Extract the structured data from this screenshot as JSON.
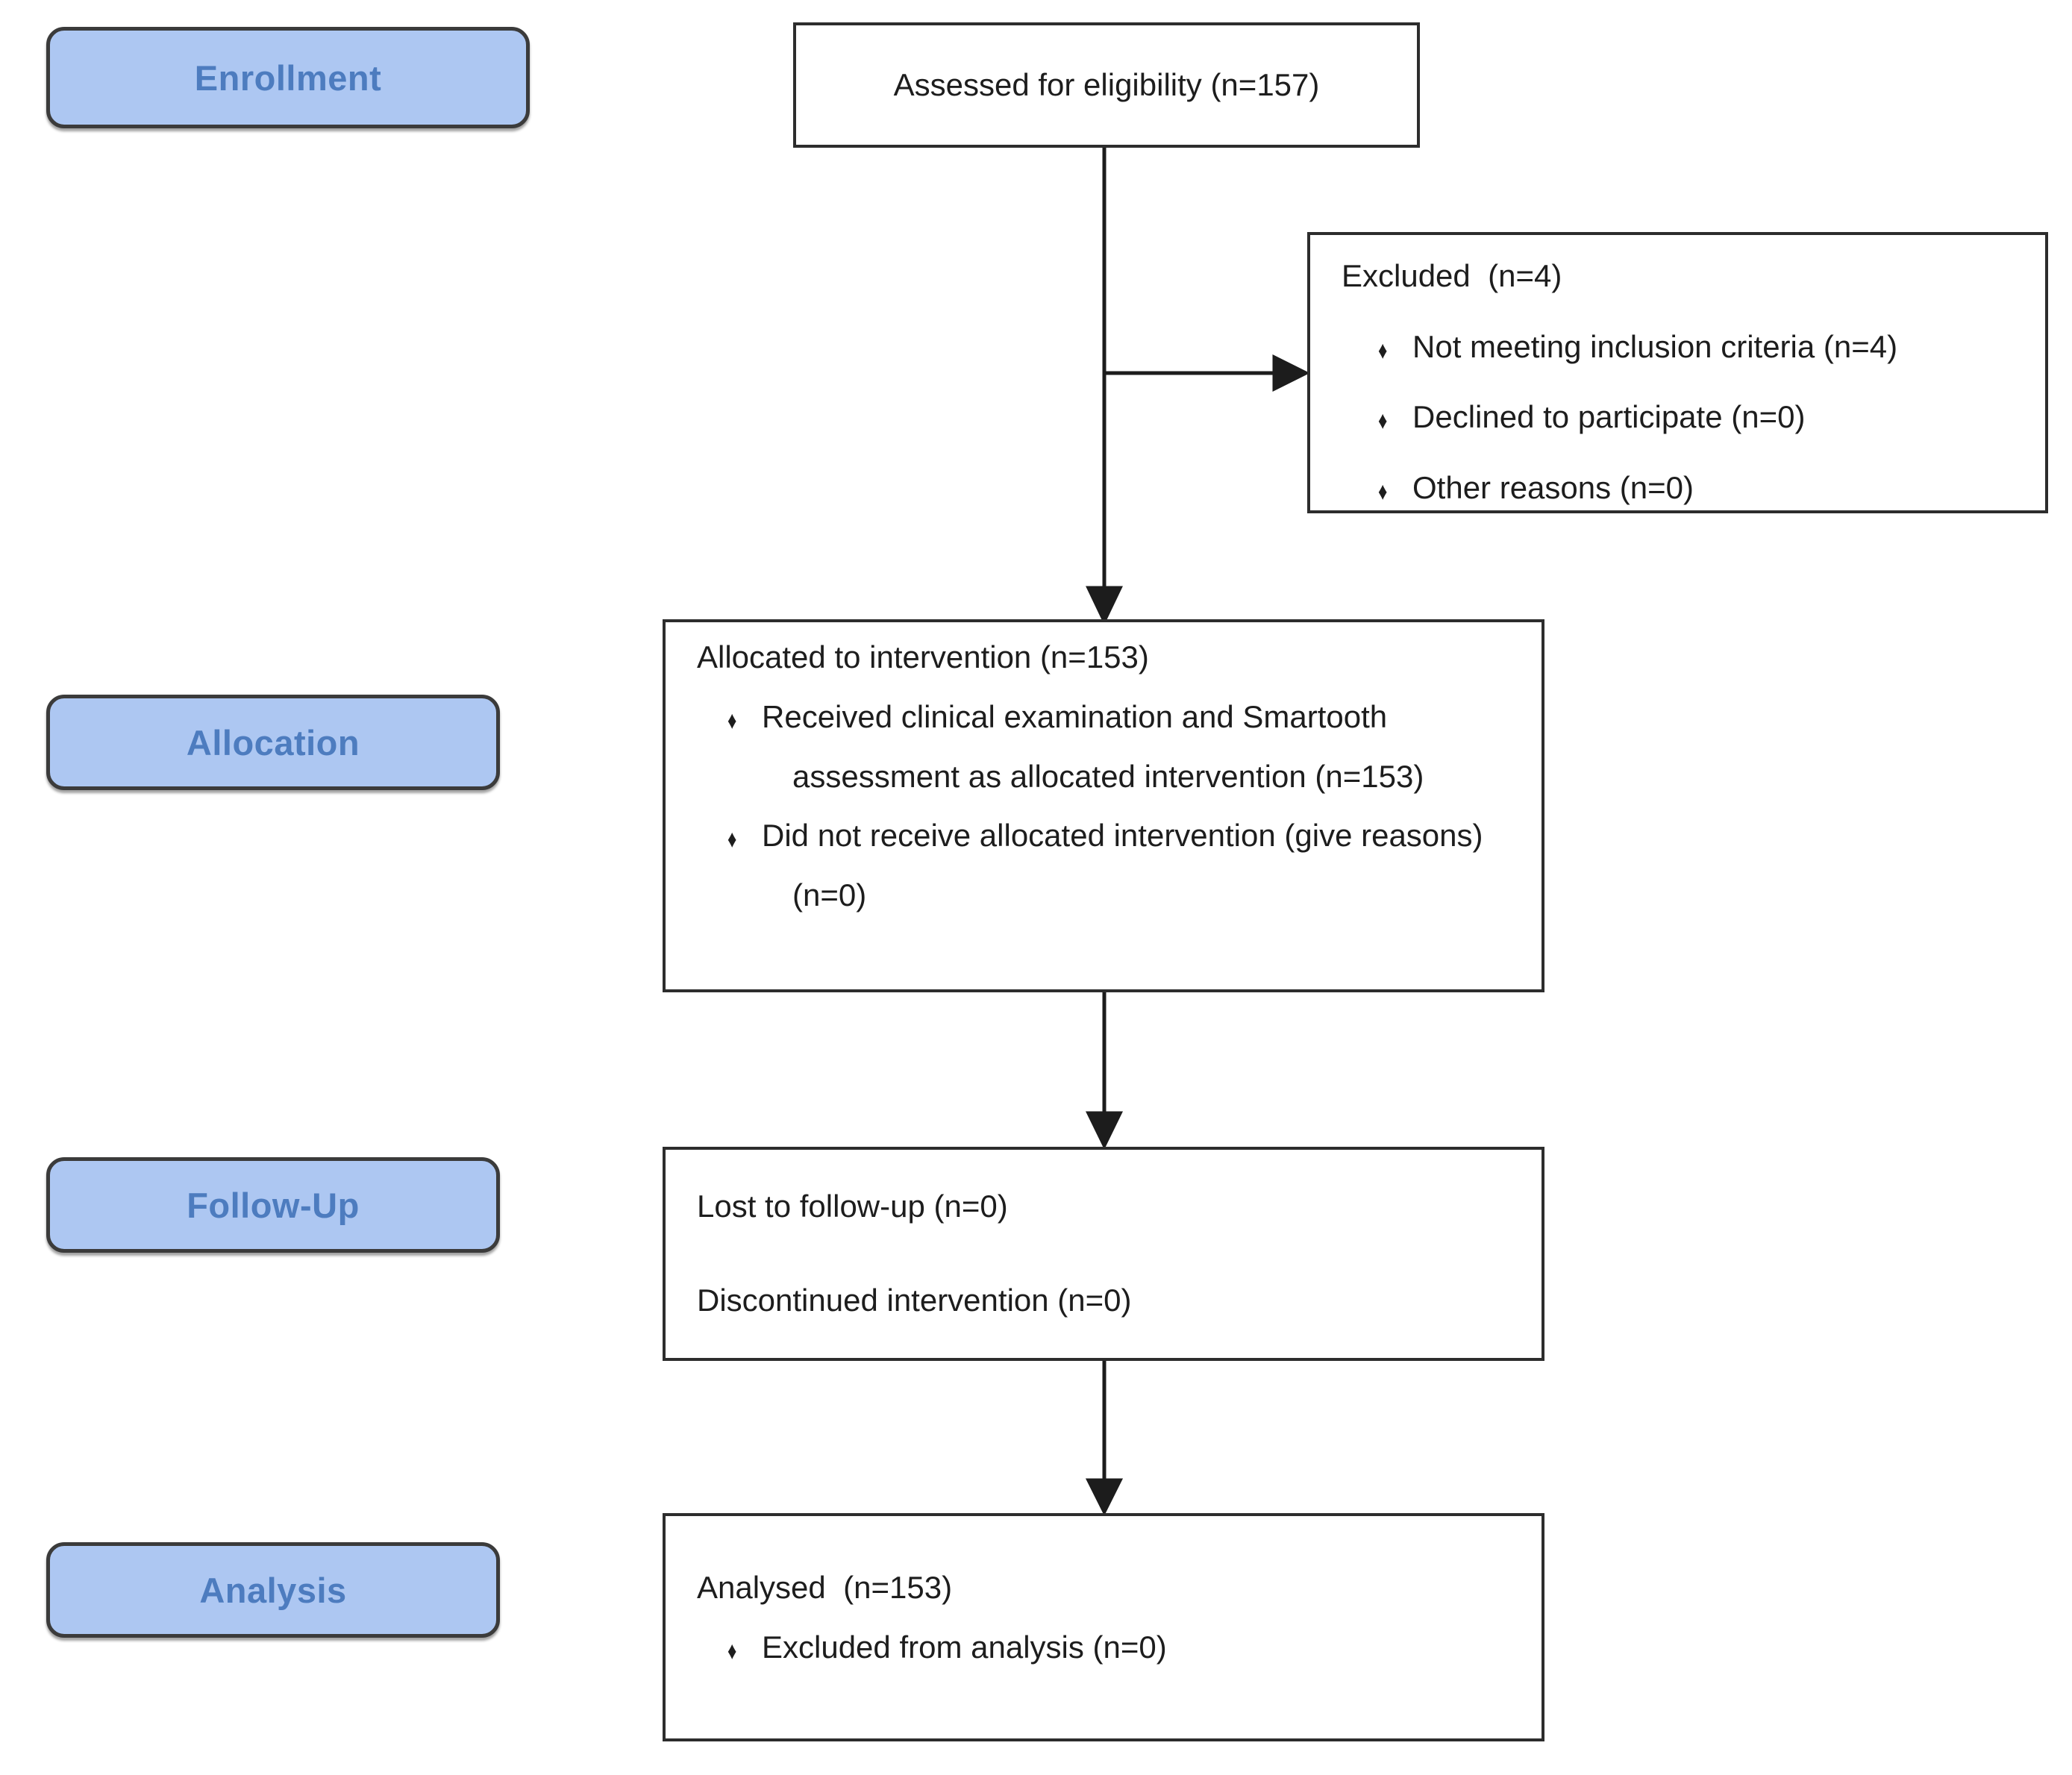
{
  "diagram": {
    "kind": "CONSORT flow diagram",
    "stages": {
      "enrollment": "Enrollment",
      "allocation": "Allocation",
      "followup": "Follow-Up",
      "analysis": "Analysis"
    },
    "boxes": {
      "assessed": {
        "title": "Assessed for eligibility (n=157)"
      },
      "excluded": {
        "title": "Excluded  (n=4)",
        "bullets": [
          "Not meeting inclusion criteria (n=4)",
          "Declined to participate (n=0)",
          "Other reasons (n=0)"
        ]
      },
      "allocated": {
        "title": "Allocated to intervention (n=153)",
        "bullets": [
          "Received clinical examination and Smartooth assessment as allocated intervention (n=153)",
          "Did not receive allocated intervention (give reasons) (n=0)"
        ]
      },
      "followup": {
        "lines": [
          "Lost to follow-up (n=0)",
          "Discontinued intervention (n=0)"
        ]
      },
      "analysis": {
        "title": "Analysed  (n=153)",
        "bullets": [
          "Excluded from analysis (n=0)"
        ]
      }
    },
    "counts": {
      "assessed": 157,
      "excluded": 4,
      "not_meeting_inclusion": 4,
      "declined": 0,
      "other_reasons": 0,
      "allocated": 153,
      "received_intervention": 153,
      "did_not_receive": 0,
      "lost_to_followup": 0,
      "discontinued": 0,
      "analysed": 153,
      "excluded_from_analysis": 0
    },
    "glyphs": {
      "bullet": "♦"
    },
    "colors": {
      "stage_fill": "#adc7f2",
      "stage_border": "#3b3b3b",
      "stage_text": "#4d7cbf",
      "box_fill": "#ffffff",
      "box_border": "#2d2d2d",
      "box_text": "#1d1d1d",
      "arrow": "#1c1c1c"
    }
  }
}
